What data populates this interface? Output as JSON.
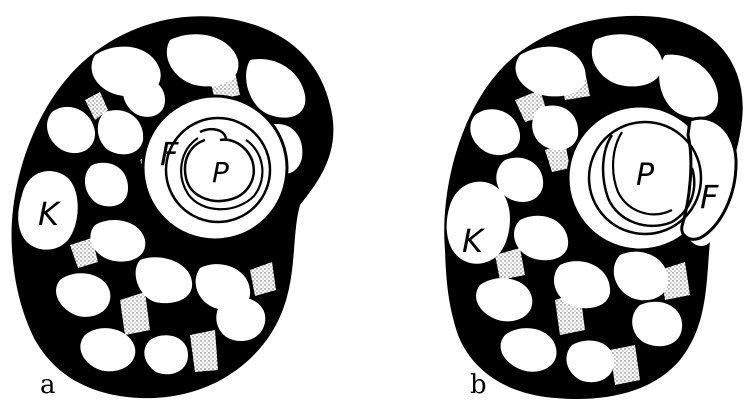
{
  "figure": {
    "panels": [
      {
        "id": "a",
        "caption": "a",
        "labels": {
          "k": "K",
          "f": "F",
          "p": "P"
        }
      },
      {
        "id": "b",
        "caption": "b",
        "labels": {
          "k": "K",
          "f": "F",
          "p": "P"
        }
      }
    ],
    "colors": {
      "ink": "#000000",
      "paper": "#ffffff",
      "stipple": "#8a8a8a"
    }
  }
}
